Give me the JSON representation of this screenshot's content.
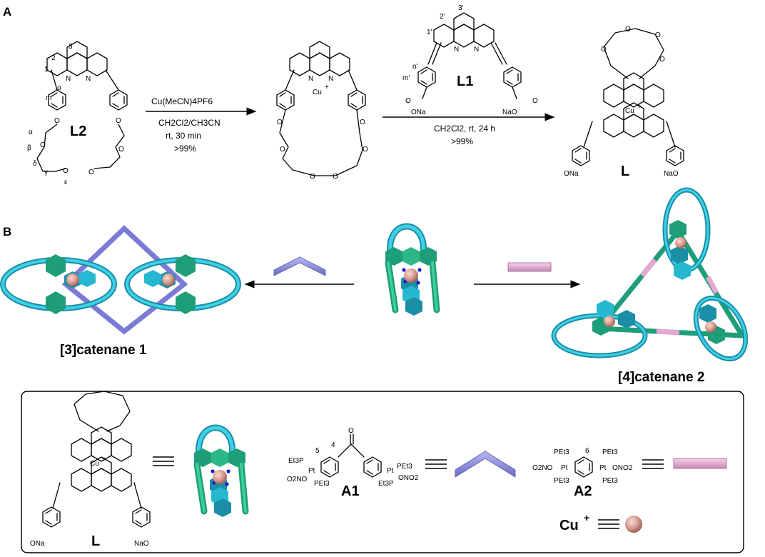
{
  "panels": {
    "a": "A",
    "b": "B"
  },
  "compounds": {
    "L2": "L2",
    "L1": "L1",
    "L": "L",
    "A1": "A1",
    "A2": "A2",
    "Cu": "Cu",
    "Cu_charge": "+"
  },
  "atoms": {
    "N": "N",
    "O": "O",
    "ONa": "ONa",
    "NaO": "NaO",
    "Pt": "Pt",
    "PEt3": "PEt3",
    "Et3P": "Et3P",
    "O2NO": "O2NO",
    "ONO2": "ONO2"
  },
  "positions_L2": [
    "1",
    "2",
    "3",
    "o",
    "m",
    "α",
    "β",
    "δ",
    "γ",
    "ε"
  ],
  "positions_L1": [
    "1'",
    "2'",
    "3'",
    "o'",
    "m'"
  ],
  "positions_A": [
    "4",
    "5",
    "6"
  ],
  "step1": {
    "reagent": "Cu(MeCN)4PF6",
    "solvent": "CH2Cl2/CH3CN",
    "time": "rt, 30 min",
    "yield": ">99%"
  },
  "step2": {
    "conditions": "CH2Cl2, rt, 24 h",
    "yield": ">99%"
  },
  "products": {
    "catenane3": "[3]catenane 1",
    "catenane4": "[4]catenane 2"
  },
  "colors": {
    "cyan": "#26b8d0",
    "cyan_dark": "#1a8fa6",
    "green": "#1e9e78",
    "green_light": "#3ccf9a",
    "violet": "#8f8fe0",
    "pink": "#e6a8d3",
    "copper": "#d99a8e",
    "nitrogen": "#1a1acc"
  }
}
